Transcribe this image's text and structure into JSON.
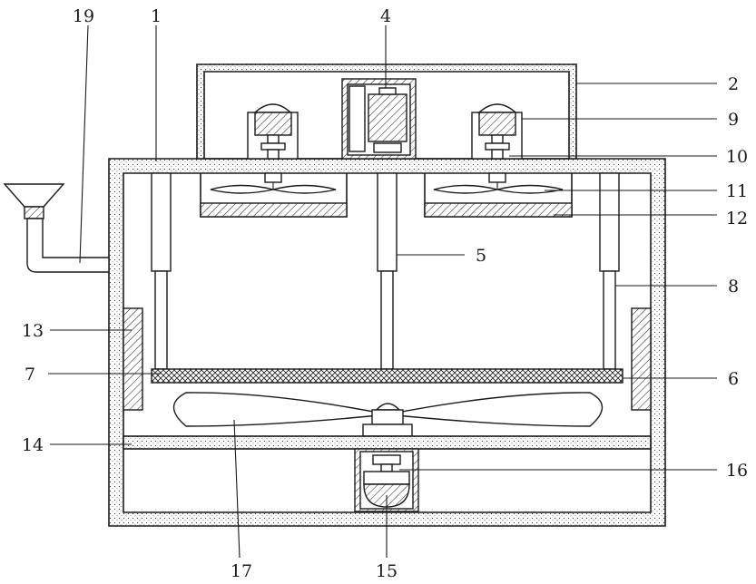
{
  "labels": {
    "l1": "1",
    "l2": "2",
    "l4": "4",
    "l5": "5",
    "l6": "6",
    "l7": "7",
    "l8": "8",
    "l9": "9",
    "l10": "10",
    "l11": "11",
    "l12": "12",
    "l13": "13",
    "l14": "14",
    "l15": "15",
    "l16": "16",
    "l17": "17",
    "l19": "19"
  }
}
